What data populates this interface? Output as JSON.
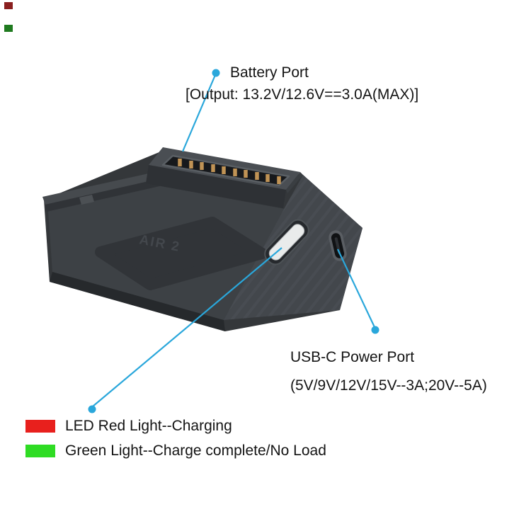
{
  "colors": {
    "accent": "#2aa7db",
    "led_red": "#e8201d",
    "led_green": "#2fdc24",
    "device_body": "#3d4145",
    "background": "#ffffff"
  },
  "corner_marks": [
    {
      "color": "#8a1f1f"
    },
    {
      "color": "#1f7a1f"
    }
  ],
  "device": {
    "embossed_label": "AIR 2"
  },
  "callouts": {
    "battery_port": {
      "title": "Battery Port",
      "detail": "[Output: 13.2V/12.6V==3.0A(MAX)]"
    },
    "usb_c_port": {
      "title": "USB-C Power Port",
      "detail": "(5V/9V/12V/15V--3A;20V--5A)"
    },
    "led_red": {
      "label": "LED Red Light--Charging"
    },
    "led_green": {
      "label": "Green Light--Charge complete/No Load"
    }
  }
}
